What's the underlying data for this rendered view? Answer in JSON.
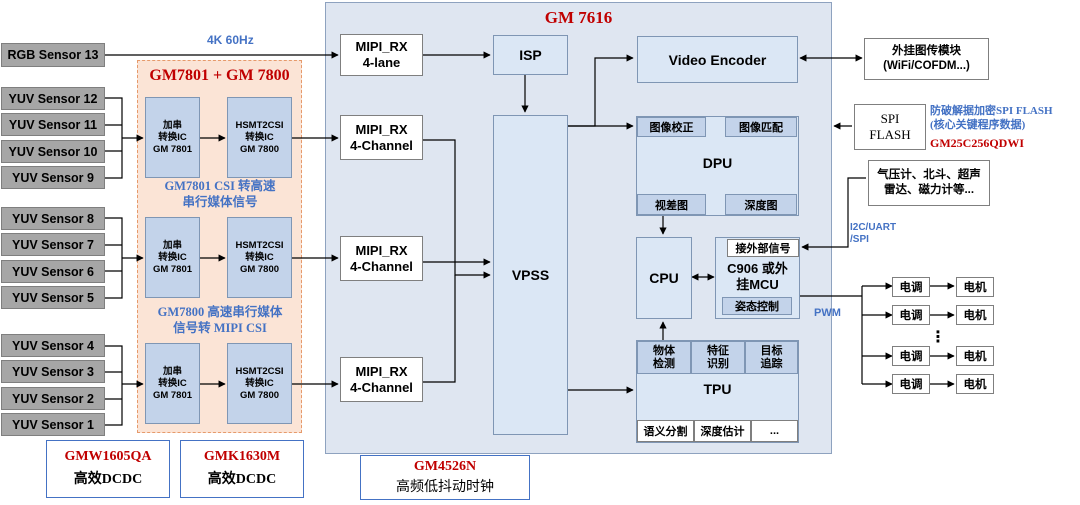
{
  "gm7616": {
    "title": "GM 7616"
  },
  "bridge": {
    "title": "GM7801 + GM 7800",
    "note1": "GM7801 CSI 转高速\n串行媒体信号",
    "note2": "GM7800 高速串行媒体\n信号转 MIPI CSI"
  },
  "sensors": {
    "rgb": "RGB Sensor 13",
    "yuv": [
      "YUV Sensor 12",
      "YUV Sensor 11",
      "YUV Sensor 10",
      "YUV Sensor 9",
      "YUV Sensor 8",
      "YUV Sensor 7",
      "YUV Sensor 6",
      "YUV Sensor 5",
      "YUV Sensor 4",
      "YUV Sensor 3",
      "YUV Sensor 2",
      "YUV Sensor 1"
    ]
  },
  "chips": {
    "serializer": "加串\n转换IC\nGM 7801",
    "deserializer": "HSMT2CSI\n转换IC\nGM 7800"
  },
  "link_label": "4K 60Hz",
  "mipi": {
    "lane4": "MIPI_RX\n4-lane",
    "ch4": "MIPI_RX\n4-Channel"
  },
  "blocks": {
    "isp": "ISP",
    "vpss": "VPSS",
    "video_encoder": "Video Encoder",
    "cpu": "CPU",
    "mcu": "C906 或外\n挂MCU",
    "mcu_ext": "接外部信号",
    "mcu_attitude": "姿态控制"
  },
  "dpu": {
    "title": "DPU",
    "calib": "图像校正",
    "match": "图像匹配",
    "disparity": "视差图",
    "depth": "深度图"
  },
  "tpu": {
    "title": "TPU",
    "detect": "物体\n检测",
    "feature": "特征\n识别",
    "track": "目标\n追踪",
    "seg": "语义分割",
    "depth_est": "深度估计",
    "more": "..."
  },
  "external": {
    "image_module": "外挂图传模块\n(WiFi/COFDM...)",
    "spi_flash": "SPI\nFLASH",
    "spi_note": "防破解据加密SPI FLASH\n(核心关键程序数据)",
    "spi_part": "GM25C256QDWI",
    "sensors_ext": "气压计、北斗、超声\n雷达、磁力计等...",
    "iface_label": "I2C/UART\n/SPI",
    "pwm_label": "PWM"
  },
  "motors": {
    "esc": "电调",
    "motor": "电机",
    "dots": "⋮"
  },
  "power": {
    "p1_part": "GMW1605QA",
    "p1_desc": "高效DCDC",
    "p2_part": "GMK1630M",
    "p2_desc": "高效DCDC",
    "p3_part": "GM4526N",
    "p3_desc": "高频低抖动时钟"
  },
  "colors": {
    "red": "#c00000",
    "blue": "#4472c4",
    "gm_bg": "#dfe6f1",
    "bridge_bg": "#fbe4d6"
  }
}
